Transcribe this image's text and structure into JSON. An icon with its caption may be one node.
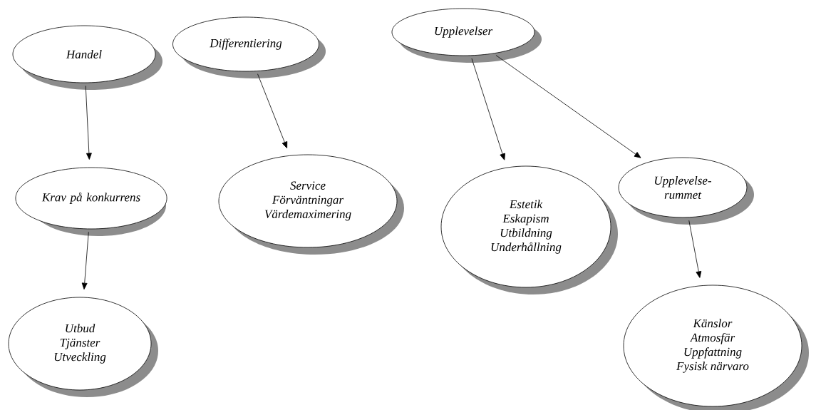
{
  "diagram": {
    "nodes": [
      {
        "text": [
          "Handel"
        ]
      },
      {
        "text": [
          "Differentiering"
        ]
      },
      {
        "text": [
          "Upplevelser"
        ]
      },
      {
        "text": [
          "Krav på konkurrens"
        ]
      },
      {
        "text": [
          "Service",
          "Förväntningar",
          "Värdemaximering"
        ]
      },
      {
        "text": [
          "Estetik",
          "Eskapism",
          "Utbildning",
          "Underhållning"
        ]
      },
      {
        "text": [
          "Upplevelse- rummet"
        ]
      },
      {
        "text": [
          "Utbud",
          "Tjänster",
          "Utveckling"
        ]
      },
      {
        "text": [
          "Känslor",
          "Atmosfär",
          "Uppfattning",
          "Fysisk närvaro"
        ]
      }
    ],
    "edges": [
      {
        "from": 0,
        "to": 3,
        "arrow": "to"
      },
      {
        "from": 3,
        "to": 7,
        "arrow": "to"
      },
      {
        "from": 1,
        "to": 4,
        "arrow": "to"
      },
      {
        "from": 2,
        "to": 5,
        "arrow": "to"
      },
      {
        "from": 2,
        "to": 6,
        "arrow": "to"
      },
      {
        "from": 6,
        "to": 8,
        "arrow": "to"
      }
    ]
  }
}
